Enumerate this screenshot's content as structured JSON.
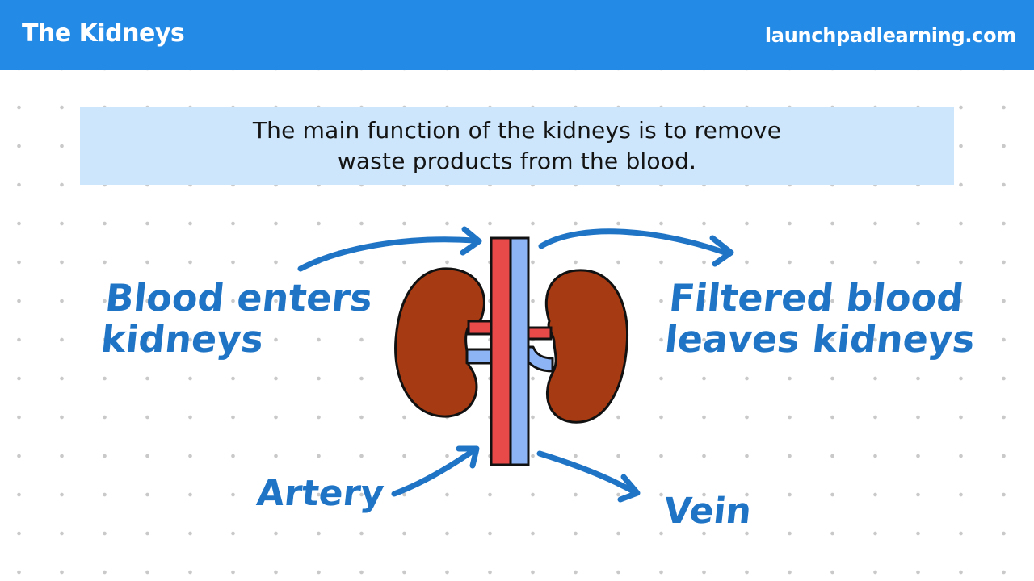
{
  "header": {
    "title": "The Kidneys",
    "site": "launchpadlearning.com"
  },
  "banner": {
    "text": "The main function of the kidneys is to remove\nwaste products from the blood."
  },
  "labels": {
    "blood_enters": "Blood enters\nkidneys",
    "filtered_blood": "Filtered blood\nleaves kidneys",
    "artery": "Artery",
    "vein": "Vein"
  },
  "colors": {
    "header_bg": "#238ae6",
    "banner_bg": "#cde6fb",
    "label_blue": "#1f74c6",
    "kidney_fill": "#a63a12",
    "artery_red": "#e84a4a",
    "vein_blue": "#8db4f5",
    "outline": "#111111"
  }
}
